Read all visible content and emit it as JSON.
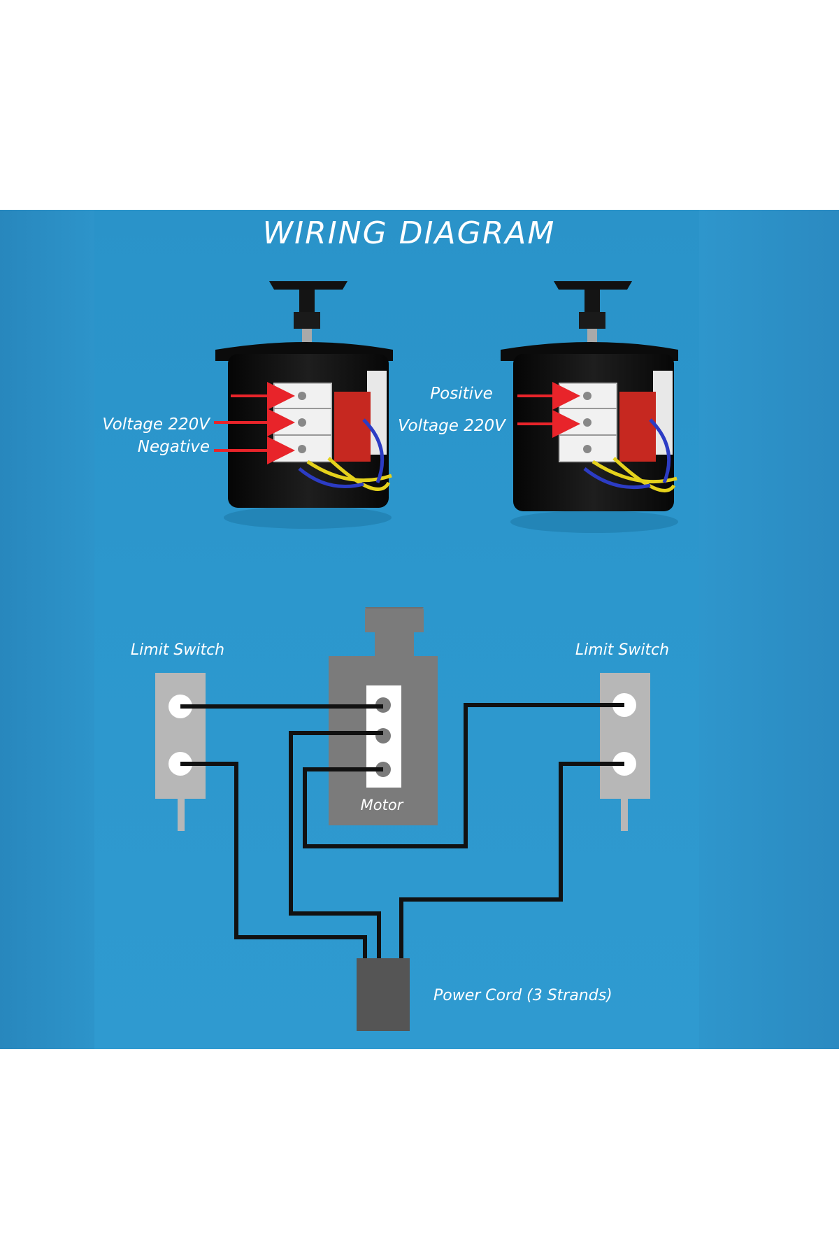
{
  "title": "WIRING DIAGRAM",
  "photo_labels": {
    "left_top": "Voltage 220V",
    "left_bottom": "Negative",
    "right_top": "Positive",
    "right_bottom": "Voltage 220V"
  },
  "schematic": {
    "left_switch_label": "Limit Switch",
    "right_switch_label": "Limit Switch",
    "motor_label": "Motor",
    "power_label": "Power Cord (3 Strands)"
  },
  "colors": {
    "background": "#2c97cd",
    "text": "#ffffff",
    "arrow": "#e8242a",
    "motor_body": "#111111",
    "capacitor": "#c62820",
    "switch_body": "#b7b7b7",
    "motor_box": "#7b7b7b",
    "power_box": "#555555",
    "wire": "#111111"
  }
}
